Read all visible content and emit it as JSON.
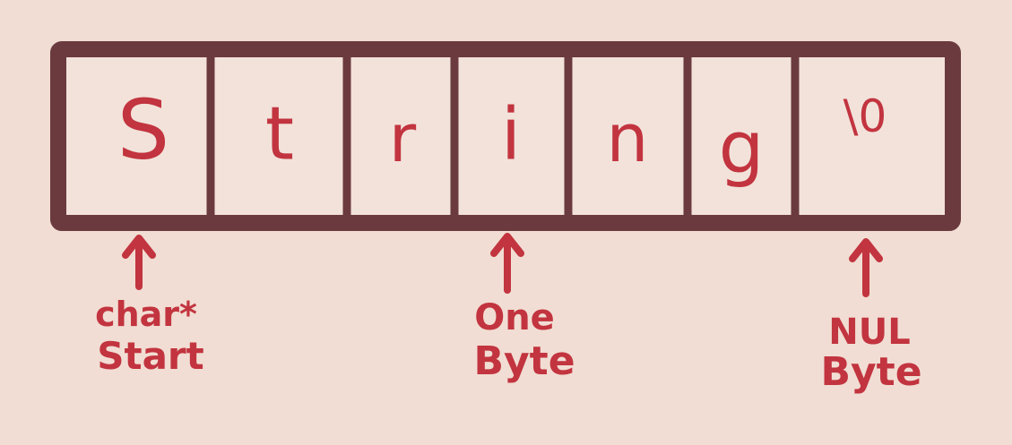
{
  "colors": {
    "background": "#f1ddd3",
    "box_fill": "#f2e2da",
    "border": "#6b3a3f",
    "ink": "#c2343f"
  },
  "cells": [
    "S",
    "t",
    "r",
    "i",
    "n",
    "g",
    "\\0"
  ],
  "pointers": [
    {
      "line1": "char*",
      "line2": "Start",
      "cell": 0
    },
    {
      "line1": "One",
      "line2": "Byte",
      "cell": 3
    },
    {
      "line1": "NUL",
      "line2": "Byte",
      "cell": 6
    }
  ]
}
